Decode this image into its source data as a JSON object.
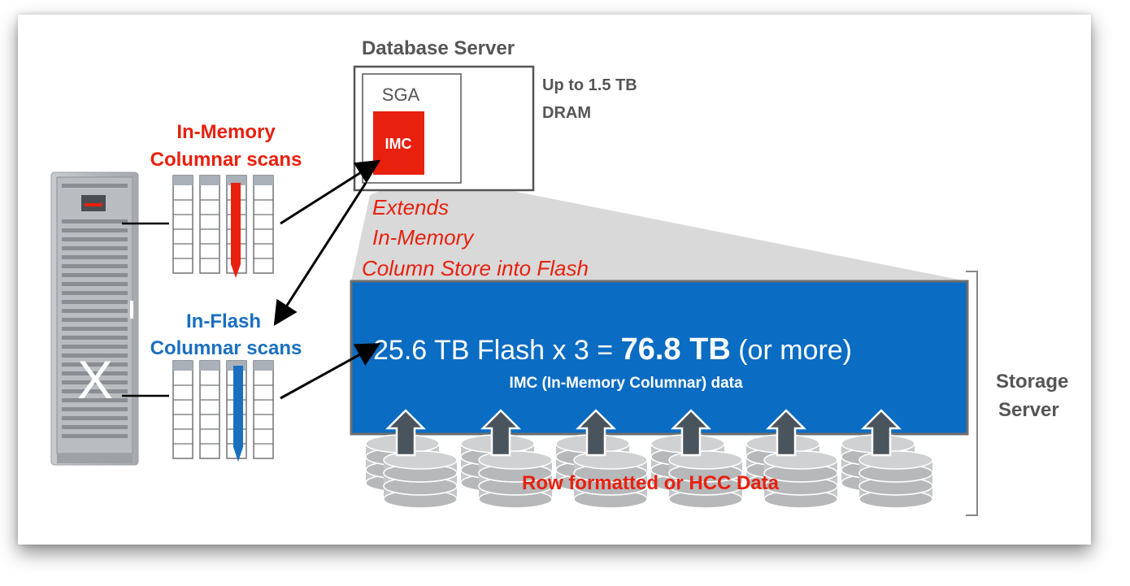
{
  "database_server": {
    "title": "Database Server",
    "sga_label": "SGA",
    "imc_label": "IMC",
    "dram_line1": "Up to 1.5 TB",
    "dram_line2": "DRAM"
  },
  "in_memory_scans": {
    "line1": "In-Memory",
    "line2": "Columnar scans"
  },
  "in_flash_scans": {
    "line1": "In-Flash",
    "line2": "Columnar scans"
  },
  "extends_text": {
    "line1": "Extends",
    "line2": "In-Memory",
    "line3": "Column Store into Flash"
  },
  "flash_box": {
    "capacity_prefix": "25.6 TB Flash x 3 = ",
    "capacity_total": "76.8 TB",
    "capacity_suffix": " (or more)",
    "subtitle": "IMC (In-Memory Columnar) data"
  },
  "disk_label": "Row formatted or HCC Data",
  "storage_server": {
    "line1": "Storage",
    "line2": "Server"
  },
  "server_logo": "X",
  "colors": {
    "red": "#e8200e",
    "blue": "#1a6fbf",
    "flash_blue": "#0a6cc2",
    "gray_text": "#555555",
    "trapezoid_gray": "#d9d9d9",
    "arrow_dark": "#4a545c"
  },
  "icons": [
    "server-rack-icon",
    "column-table-icon",
    "disk-stack-icon",
    "up-arrow-icon",
    "bracket-icon"
  ]
}
